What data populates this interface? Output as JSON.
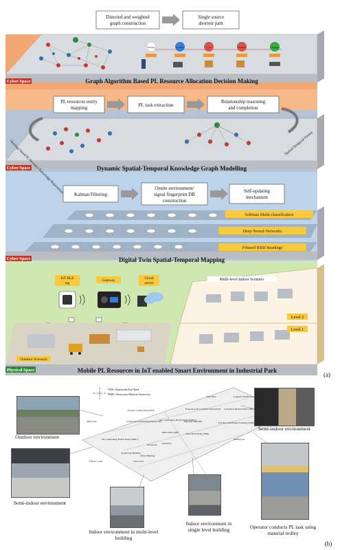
{
  "layers": {
    "cyber1": {
      "tag": "Cyber Space",
      "title": "Graph Algorithm Based PL Resource Allocation Decision Making",
      "boxes": [
        "Directed and weighted graph construction",
        "Single source shortest path"
      ],
      "pipeline": [
        "Picking",
        "Loading",
        "Load",
        "Transport",
        "Stacking"
      ]
    },
    "cyber2": {
      "tag": "Cyber Space",
      "title": "Dynamic Spatial-Temporal Knowledge Graph Modelling",
      "boxes": [
        "PL resources entity mapping",
        "PL task extraction",
        "Relationship reasoning and completion"
      ],
      "left_side": "Ontology based PL Resource Knowledge Representation",
      "right_side": "Spatial-Temporal Fusion"
    },
    "cyber3": {
      "tag": "Cyber Space",
      "title": "Digital Twin Spatial-Temporal Mapping",
      "boxes": [
        "Kalman Filtering",
        "Onsite environment/ signal fingerprint DB construction",
        "Self-updating mechanism"
      ],
      "strips": [
        "Softmax Multi-classification",
        "Deep Neural Networks",
        "Filtered RSSI Readings"
      ]
    },
    "physical": {
      "tag": "Physical Space",
      "title": "Mobile PL Resources in IoT enabled Smart Environment in Industrial Park",
      "devices": [
        "IoT BLE tag",
        "Gateway",
        "Cloud server"
      ],
      "indoor": "Multi-level Indoor Scenario",
      "levels": [
        "Level 2",
        "Level 1"
      ],
      "outdoor": "Outdoor Scenario"
    }
  },
  "panel_labels": [
    "(a)",
    "(b)"
  ],
  "map": {
    "legend": [
      "*AFS: Aluminium Foil Shed",
      "*BMS: Showroom Material Storeroom"
    ],
    "compass": [
      "N",
      "S",
      "W",
      "E"
    ],
    "buildings": [
      "Steel Shed",
      "Logistics Warehouse (LW)",
      "Evaporator & Condenser Plant (ECP)",
      "Controllers Branch Plant (CBP)",
      "Injection Plant (IP)",
      "Precision Machining Workshop (PMW)",
      "Air-conditioning Branch Plant (ABP-2)",
      "Metal Plant (MP)",
      "Sheet Metal Plant (SMP)",
      "Air-conditioning Branch Plant (ABP-1)",
      "Central Air-conditioning Plant (CAP)",
      "Powder Coating Plant (PCP)",
      "Restaurant",
      "Dormitory",
      "Technology Building",
      "Office Building",
      "Showroom",
      "Main Gate",
      "Fitness Center",
      "Parking lots"
    ],
    "captions": [
      "Outdoor environment",
      "Semi-indoor environment",
      "Semi-indoor environment",
      "Indoor environment in multi-level building",
      "Indoor environment in single level building",
      "Operator conducts PL task using material trolley"
    ]
  },
  "colors": {
    "cyber_tag": "#c0392b",
    "physical_tag": "#2e8b3a",
    "orange": "#f3a874",
    "blue": "#a9c6e3",
    "green": "#cfe8b2",
    "slab": "#cfd3d8",
    "yellow": "#f7c940"
  }
}
